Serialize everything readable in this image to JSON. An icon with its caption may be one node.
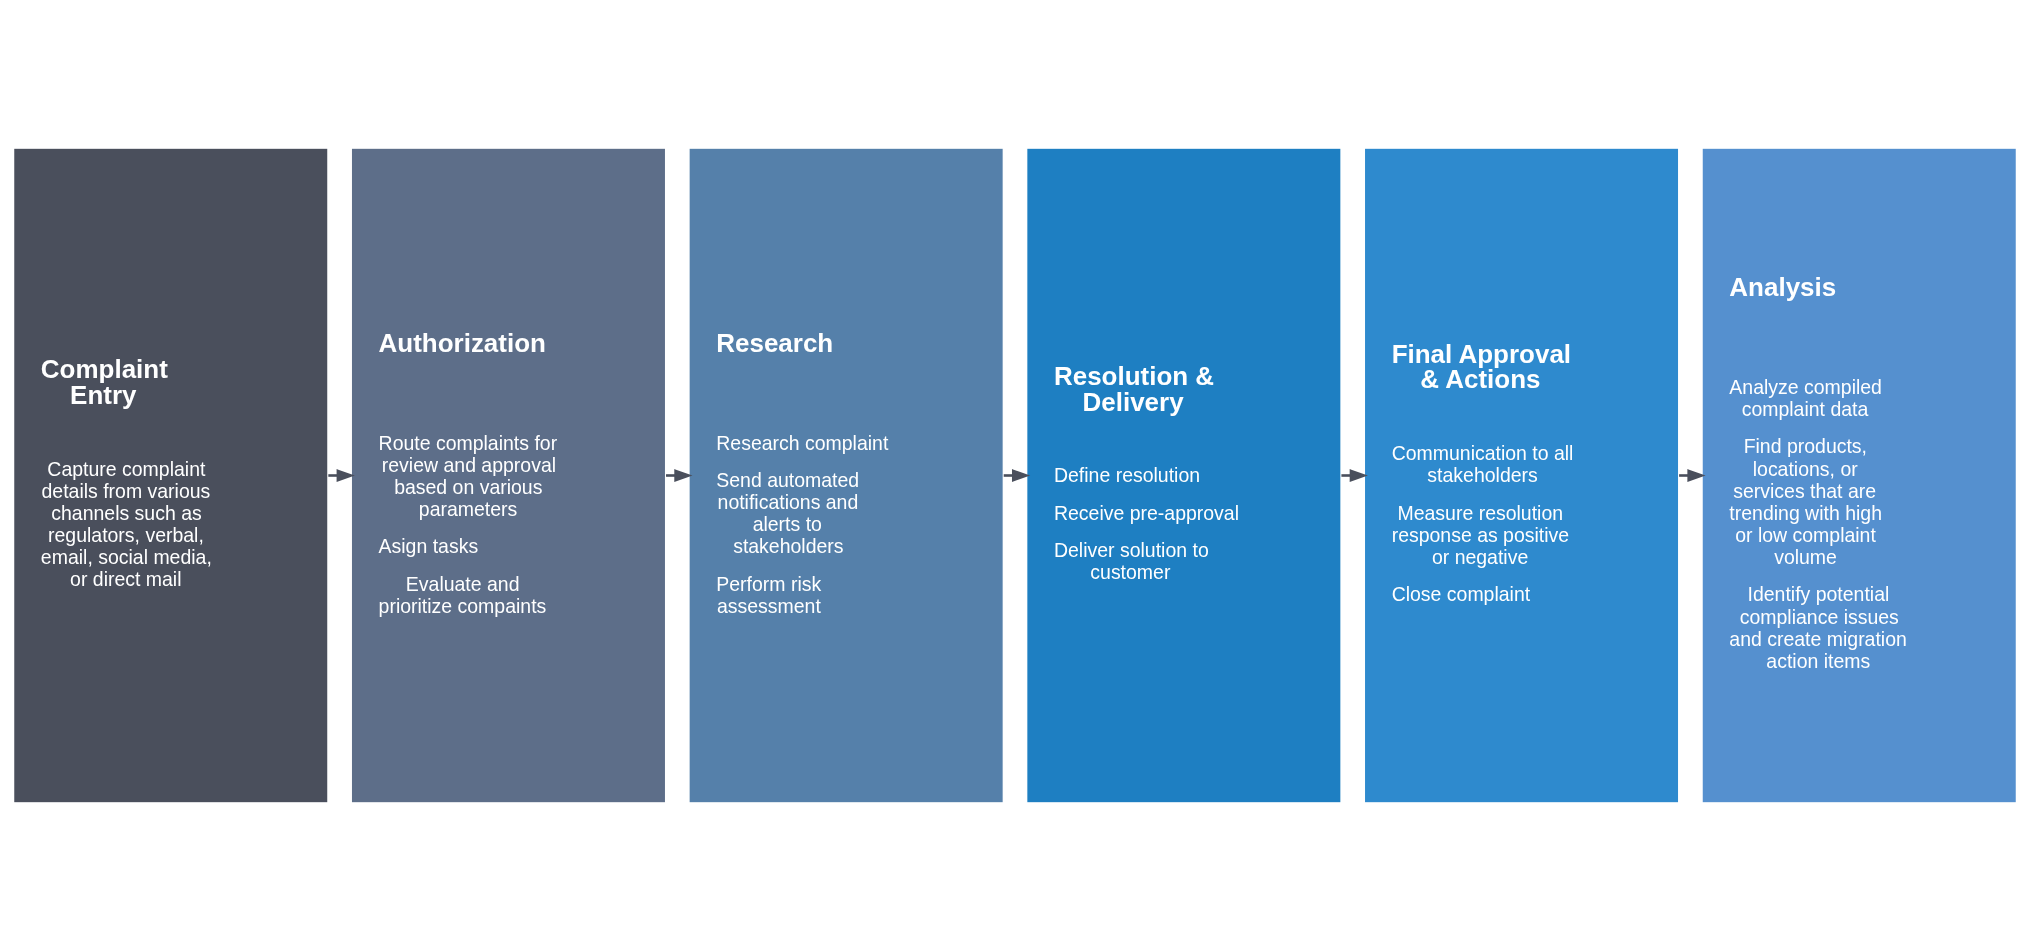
{
  "diagram": {
    "nodes": [
      {
        "text": [
          "Complaint Entry",
          "Capture complaint details from various channels such as regulators, verbal, email, social media, or direct mail"
        ]
      },
      {
        "text": [
          "Authorization",
          "Route complaints for review and approval based on various parameters",
          "Asign tasks",
          "Evaluate and prioritize compaints"
        ]
      },
      {
        "text": [
          "Research",
          "Research complaint",
          "Send automated notifications and alerts to stakeholders",
          "Perform risk assessment"
        ]
      },
      {
        "text": [
          "Resolution & Delivery",
          "Define resolution",
          "Receive pre-approval",
          "Deliver solution to customer"
        ]
      },
      {
        "text": [
          "Final Approval & Actions",
          "Communication to all stakeholders",
          "Measure resolution response as positive or negative",
          "Close complaint"
        ]
      },
      {
        "text": [
          "Analysis",
          "Analyze compiled complaint data",
          "Find products, locations, or services that are trending with high or low complaint volume",
          "Identify potential compliance issues and create migration action items"
        ]
      }
    ],
    "edges": [
      {
        "from": 0,
        "to": 1,
        "arrow": "to"
      },
      {
        "from": 1,
        "to": 2,
        "arrow": "to"
      },
      {
        "from": 2,
        "to": 3,
        "arrow": "to"
      },
      {
        "from": 3,
        "to": 4,
        "arrow": "to"
      },
      {
        "from": 4,
        "to": 5,
        "arrow": "to"
      }
    ]
  }
}
